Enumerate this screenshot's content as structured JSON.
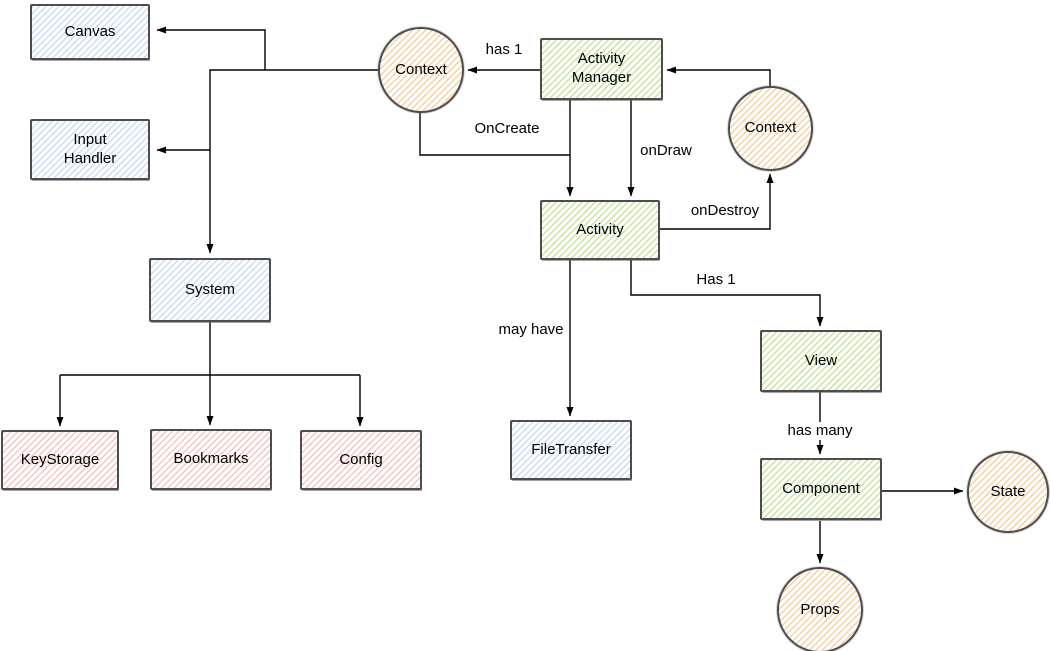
{
  "diagram": {
    "title": "component-architecture-diagram",
    "background": "#ffffff",
    "colors": {
      "blue_fill": "#dae8fc",
      "green_fill": "#d5e8d4",
      "orange_fill": "#ffe6cc",
      "pink_fill": "#f8cecc",
      "shape_outline": "#4d4d4d",
      "edge_line": "#000000"
    },
    "nodes": {
      "canvas": "Canvas",
      "input_handler": "Input\nHandler",
      "system": "System",
      "key_storage": "KeyStorage",
      "bookmarks": "Bookmarks",
      "config": "Config",
      "file_transfer": "FileTransfer",
      "activity_manager": "Activity\nManager",
      "activity": "Activity",
      "context_left": "Context",
      "context_right": "Context",
      "view": "View",
      "component": "Component",
      "state": "State",
      "props": "Props"
    },
    "edge_labels": {
      "has_1": "has 1",
      "on_create": "OnCreate",
      "on_draw": "onDraw",
      "on_destroy": "onDestroy",
      "may_have": "may have",
      "has_1_view": "Has 1",
      "has_many": "has many"
    }
  }
}
